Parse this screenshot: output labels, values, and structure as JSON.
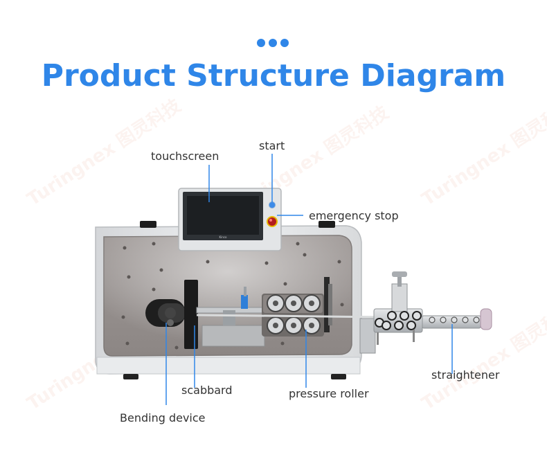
{
  "title": "Product Structure Diagram",
  "watermark": "Turingnex 图灵科技",
  "screen_brand": "Kinco",
  "labels": {
    "touchscreen": "touchscreen",
    "start": "start",
    "emergency_stop": "emergency stop",
    "scabbard": "scabbard",
    "pressure_roller": "pressure roller",
    "straightener": "straightener",
    "bending_device": "Bending device"
  },
  "colors": {
    "accent": "#2f86e8",
    "callout_line": "#2f86e8",
    "text": "#333333"
  }
}
